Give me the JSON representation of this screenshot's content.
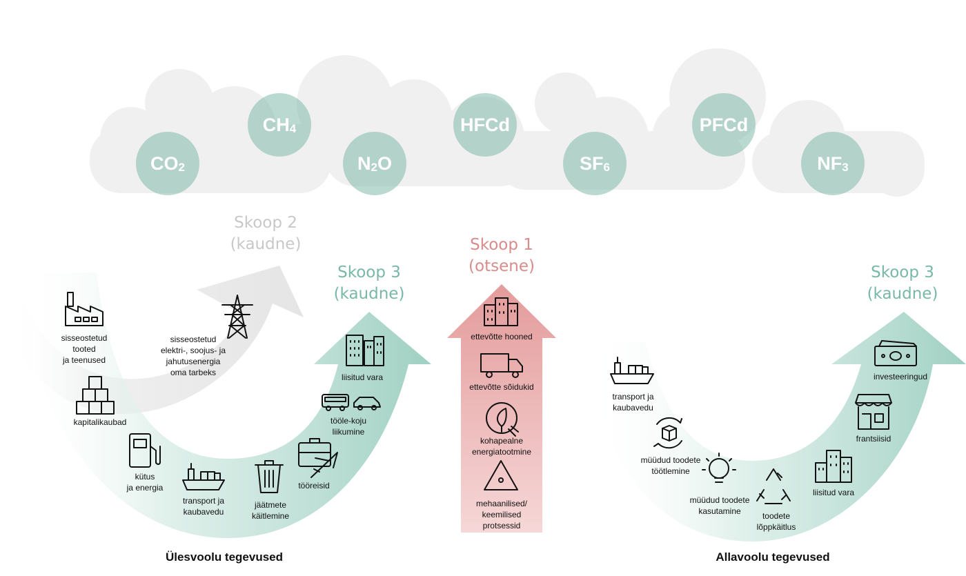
{
  "gases": [
    {
      "main": "CO",
      "sub": "2"
    },
    {
      "main": "CH",
      "sub": "4"
    },
    {
      "main": "N",
      "sub": "2",
      "tail": "O"
    },
    {
      "main": "HFCd",
      "sub": ""
    },
    {
      "main": "SF",
      "sub": "6"
    },
    {
      "main": "PFCd",
      "sub": ""
    },
    {
      "main": "NF",
      "sub": "3"
    }
  ],
  "scopes": {
    "scope2": "Skoop 2\n(kaudne)",
    "scope3_left": "Skoop 3\n(kaudne)",
    "scope1": "Skoop 1\n(otsene)",
    "scope3_right": "Skoop 3\n(kaudne)"
  },
  "upstream": {
    "purchased_goods": "sisseostetud\ntooted\nja teenused",
    "purchased_energy": "sisseostetud\nelektri-, soojus- ja\njahutusenergia\noma tarbeks",
    "capital_goods": "kapitalikaubad",
    "fuel": "kütus\nja energia",
    "transport": "transport ja\nkaubavedu",
    "waste": "jäätmete\nkäitlemine",
    "business_travel": "tööreisid",
    "commuting": "tööle-koju\nliikumine",
    "leased_assets": "liisitud vara"
  },
  "scope1_items": {
    "buildings": "ettevõtte hooned",
    "vehicles": "ettevõtte sõidukid",
    "onsite_energy": "kohapealne\nenergiatootmine",
    "processes": "mehaanilised/\nkeemilised\nprotsessid"
  },
  "downstream": {
    "transport": "transport ja\nkaubavedu",
    "processing": "müüdud toodete\ntöötlemine",
    "use": "müüdud toodete\nkasutamine",
    "end_of_life": "toodete\nlõppkäitlus",
    "leased_assets": "liisitud vara",
    "franchises": "frantsiisid",
    "investments": "investeeringud"
  },
  "footer": {
    "upstream": "Ülesvoolu tegevused",
    "downstream": "Allavoolu tegevused"
  },
  "colors": {
    "teal": "#8cc8b8",
    "gray": "#e4e4e4",
    "red": "#e3a0a0",
    "gas": "#82b9aa"
  }
}
